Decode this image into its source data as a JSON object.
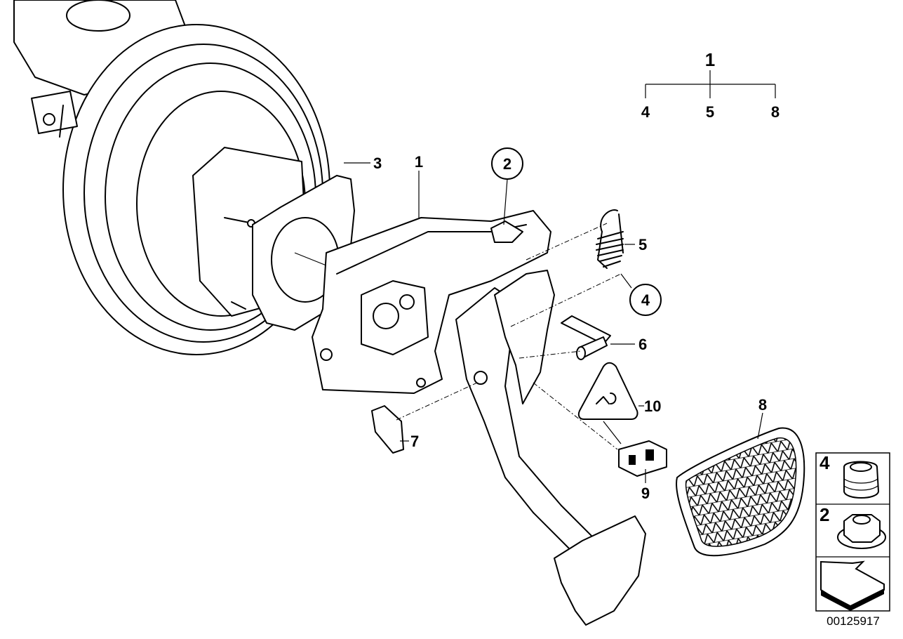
{
  "diagram_id": "00125917",
  "hierarchy": {
    "parent": "1",
    "children": [
      "4",
      "5",
      "8"
    ]
  },
  "callouts": {
    "c3": "3",
    "c1": "1",
    "c2": "2",
    "c5": "5",
    "c4": "4",
    "c6": "6",
    "c10": "10",
    "c7": "7",
    "c8": "8",
    "c9": "9"
  },
  "legend_panel": {
    "item_a": "4",
    "item_b": "2"
  },
  "parts": [
    "brake-booster",
    "gasket",
    "pedal-bracket",
    "hex-nut",
    "spring",
    "rubber-buffer",
    "pin",
    "clip",
    "pedal-pad",
    "brake-light-switch",
    "triangle-symbol"
  ]
}
